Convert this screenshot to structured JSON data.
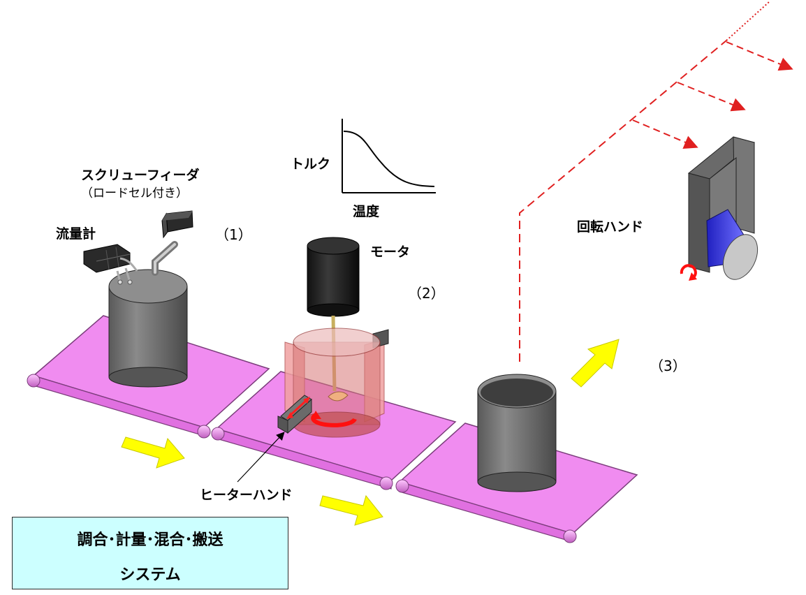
{
  "labels": {
    "screw_feeder": "スクリューフィーダ",
    "load_cell": "（ロードセル付き）",
    "flow_meter": "流量計",
    "step1": "（1）",
    "torque": "トルク",
    "temperature": "温度",
    "motor": "モータ",
    "step2": "（2）",
    "rotating_hand": "回転ハンド",
    "step3": "（3）",
    "heater_hand": "ヒーターハンド"
  },
  "title": {
    "line1": "調合･計量･混合･搬送",
    "line2": "システム"
  },
  "colors": {
    "conveyor": "#f08cf0",
    "conveyor_edge": "#7a3c7a",
    "vessel": "#6a6a6a",
    "arrow_yellow": "#ffff00",
    "robot_path": "#e02020",
    "title_bg": "#ccffff"
  }
}
